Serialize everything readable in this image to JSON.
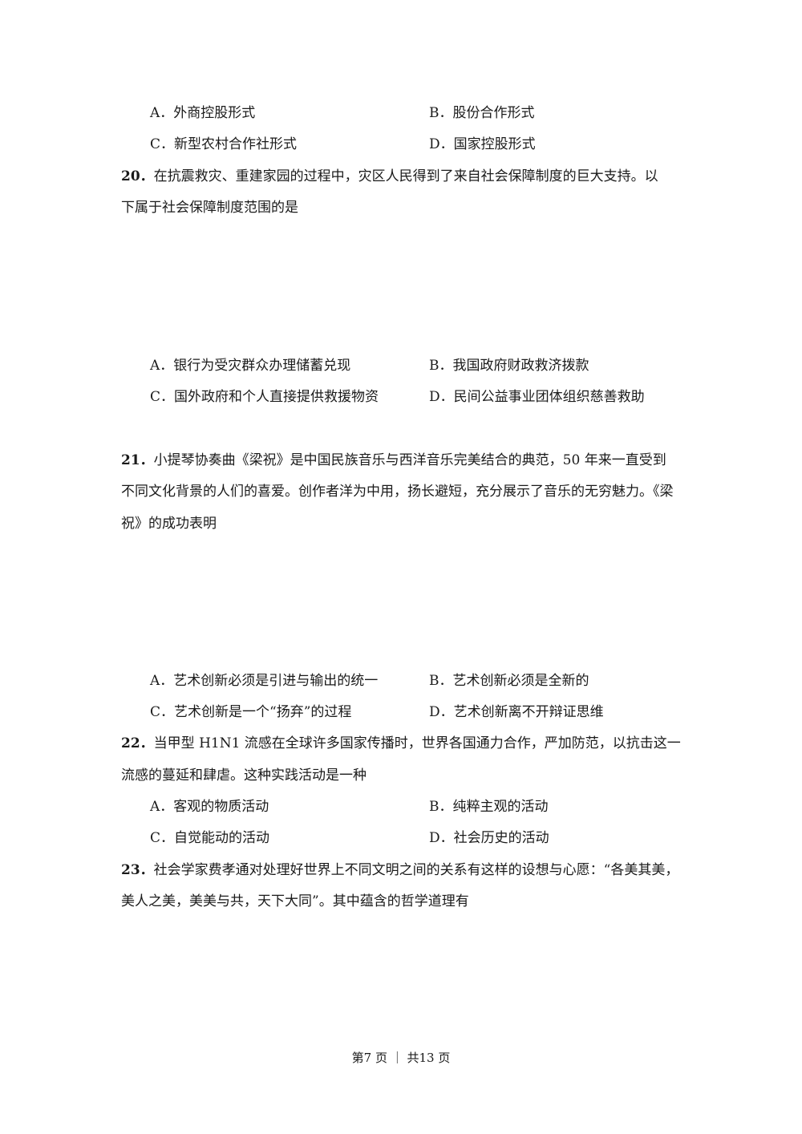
{
  "q19": {
    "options": [
      {
        "letter": "A．",
        "text": "外商控股形式"
      },
      {
        "letter": "B．",
        "text": "股份合作形式"
      },
      {
        "letter": "C．",
        "text": "新型农村合作社形式"
      },
      {
        "letter": "D．",
        "text": "国家控股形式"
      }
    ]
  },
  "q20": {
    "number": "20．",
    "lines": [
      "在抗震救灾、重建家园的过程中，灾区人民得到了来自社会保障制度的巨大支持。以",
      "下属于社会保障制度范围的是"
    ],
    "options": [
      {
        "letter": "A．",
        "text": "银行为受灾群众办理储蓄兑现"
      },
      {
        "letter": "B．",
        "text": "我国政府财政救济拨款"
      },
      {
        "letter": "C．",
        "text": "国外政府和个人直接提供救援物资"
      },
      {
        "letter": "D．",
        "text": "民间公益事业团体组织慈善救助"
      }
    ]
  },
  "q21": {
    "number": "21．",
    "lines": [
      "小提琴协奏曲《梁祝》是中国民族音乐与西洋音乐完美结合的典范，50 年来一直受到",
      "不同文化背景的人们的喜爱。创作者洋为中用，扬长避短，充分展示了音乐的无穷魅力。《梁",
      "祝》的成功表明"
    ],
    "options": [
      {
        "letter": "A．",
        "text": "艺术创新必须是引进与输出的统一"
      },
      {
        "letter": "B．",
        "text": "艺术创新必须是全新的"
      },
      {
        "letter": "C．",
        "text": "艺术创新是一个“扬弃”的过程"
      },
      {
        "letter": "D．",
        "text": "艺术创新离不开辩证思维"
      }
    ]
  },
  "q22": {
    "number": "22．",
    "lines": [
      "当甲型 H1N1 流感在全球许多国家传播时，世界各国通力合作，严加防范，以抗击这一",
      "流感的蔓延和肆虐。这种实践活动是一种"
    ],
    "options": [
      {
        "letter": "A．",
        "text": "客观的物质活动"
      },
      {
        "letter": "B．",
        "text": "纯粹主观的活动"
      },
      {
        "letter": "C．",
        "text": "自觉能动的活动"
      },
      {
        "letter": "D．",
        "text": "社会历史的活动"
      }
    ]
  },
  "q23": {
    "number": "23．",
    "lines": [
      "社会学家费孝通对处理好世界上不同文明之间的关系有这样的设想与心愿：“各美其美，",
      "美人之美，美美与共，天下大同”。其中蕴含的哲学道理有"
    ]
  },
  "footer": "第7 页 ｜ 共13 页"
}
